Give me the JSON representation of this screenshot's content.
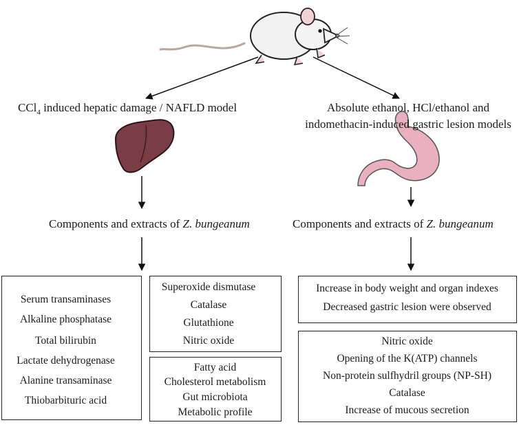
{
  "left": {
    "model_title_prefix": "CCl",
    "model_title_subscript": "4",
    "model_title_suffix": " induced hepatic damage / NAFLD model",
    "components_prefix": "Components and extracts of ",
    "components_species": "Z. bungeanum",
    "decreased_box": [
      "Serum transaminases",
      "Alkaline phosphatase",
      "Total bilirubin",
      "Lactate dehydrogenase",
      "Alanine transaminase",
      "Thiobarbituric acid"
    ],
    "increased_box": [
      "Superoxide dismutase",
      "Catalase",
      "Glutathione",
      "Nitric oxide"
    ],
    "metabolism_box": [
      "Fatty acid",
      "Cholesterol metabolism",
      "Gut microbiota",
      "Metabolic profile"
    ]
  },
  "right": {
    "model_title_line1": "Absolute ethanol, HCl/ethanol and",
    "model_title_line2": "indomethacin-induced gastric lesion models",
    "components_prefix": "Components and extracts of ",
    "components_species": "Z. bungeanum",
    "outcome_box": [
      "Increase in body weight and organ indexes",
      "Decreased gastric lesion were observed"
    ],
    "mechanism_box": [
      "Nitric oxide",
      "Opening of the K(ATP) channels",
      "Non-protein sulfhydril groups (NP-SH)",
      "Catalase",
      "Increase of mucous secretion"
    ]
  },
  "colors": {
    "decrease_arrow": "#1f9a4a",
    "increase_arrow": "#e02020",
    "liver": "#7a3d45",
    "stomach": "#eab0bf"
  },
  "icons": [
    "rat-icon",
    "liver-icon",
    "stomach-icon"
  ]
}
